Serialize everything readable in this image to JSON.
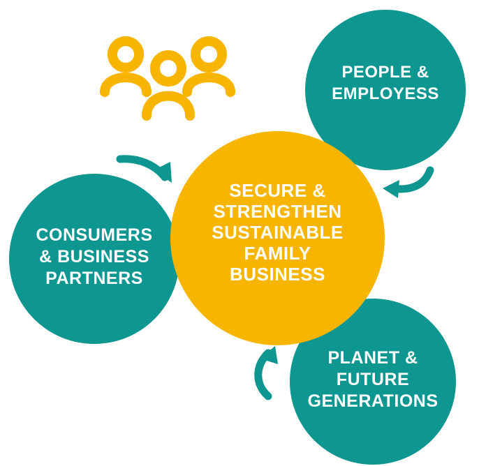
{
  "colors": {
    "teal": "#0e9690",
    "yellow": "#f7b500",
    "background": "#ffffff",
    "text": "#ffffff"
  },
  "icons": {
    "family": "family-people-icon",
    "arrow": "curved-arrow-icon"
  },
  "nodes": {
    "people": {
      "lines": [
        "PEOPLE &",
        "EMPLOYESS"
      ]
    },
    "center": {
      "lines": [
        "SECURE &",
        "STRENGTHEN",
        "SUSTAINABLE",
        "FAMILY",
        "BUSINESS"
      ]
    },
    "consumers": {
      "lines": [
        "CONSUMERS",
        "& BUSINESS",
        "PARTNERS"
      ]
    },
    "planet": {
      "lines": [
        "PLANET &",
        "FUTURE",
        "GENERATIONS"
      ]
    }
  }
}
